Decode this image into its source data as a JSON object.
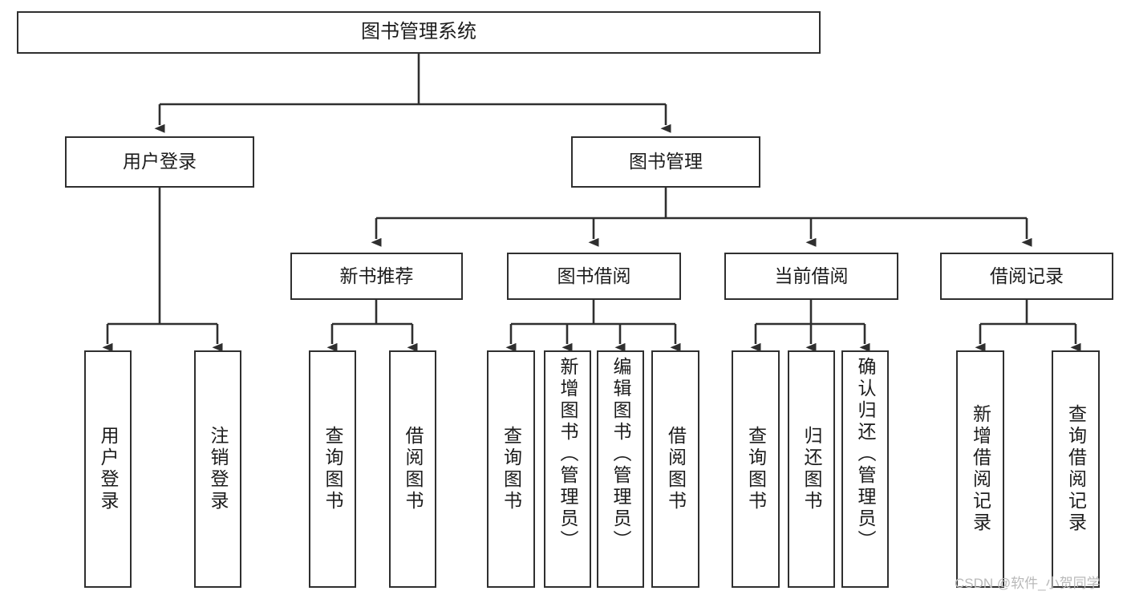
{
  "diagram": {
    "type": "tree-hierarchy",
    "title": "图书管理系统",
    "watermark": "CSDN @软件_小贺同学",
    "colors": {
      "box_border": "#2f2f2f",
      "box_fill": "#ffffff",
      "connector": "#2f2f2f",
      "text": "#1c1c1c",
      "watermark": "#b9b9b9"
    },
    "nodes": {
      "root": {
        "label": "图书管理系统"
      },
      "level2": [
        {
          "id": "user-login",
          "label": "用户登录"
        },
        {
          "id": "book-management",
          "label": "图书管理"
        }
      ],
      "level3": [
        {
          "id": "new-book-recommend",
          "label": "新书推荐"
        },
        {
          "id": "book-borrow",
          "label": "图书借阅"
        },
        {
          "id": "current-borrow",
          "label": "当前借阅"
        },
        {
          "id": "borrow-record",
          "label": "借阅记录"
        }
      ],
      "leaves": {
        "user_login": [
          {
            "id": "leaf-user-login",
            "label": "用户登录"
          },
          {
            "id": "leaf-logout-login",
            "label": "注销登录"
          }
        ],
        "new_book_recommend": [
          {
            "id": "leaf-query-book-1",
            "label": "查询图书"
          },
          {
            "id": "leaf-borrow-book-1",
            "label": "借阅图书"
          }
        ],
        "book_borrow": [
          {
            "id": "leaf-query-book-2",
            "label": "查询图书"
          },
          {
            "id": "leaf-add-book",
            "label": "新增图书（管理员）"
          },
          {
            "id": "leaf-edit-book",
            "label": "编辑图书（管理员）"
          },
          {
            "id": "leaf-borrow-book-2",
            "label": "借阅图书"
          }
        ],
        "current_borrow": [
          {
            "id": "leaf-query-book-3",
            "label": "查询图书"
          },
          {
            "id": "leaf-return-book",
            "label": "归还图书"
          },
          {
            "id": "leaf-confirm-return",
            "label": "确认归还（管理员）"
          }
        ],
        "borrow_record": [
          {
            "id": "leaf-add-record",
            "label": "新增借阅记录"
          },
          {
            "id": "leaf-query-record",
            "label": "查询借阅记录"
          }
        ]
      }
    }
  }
}
